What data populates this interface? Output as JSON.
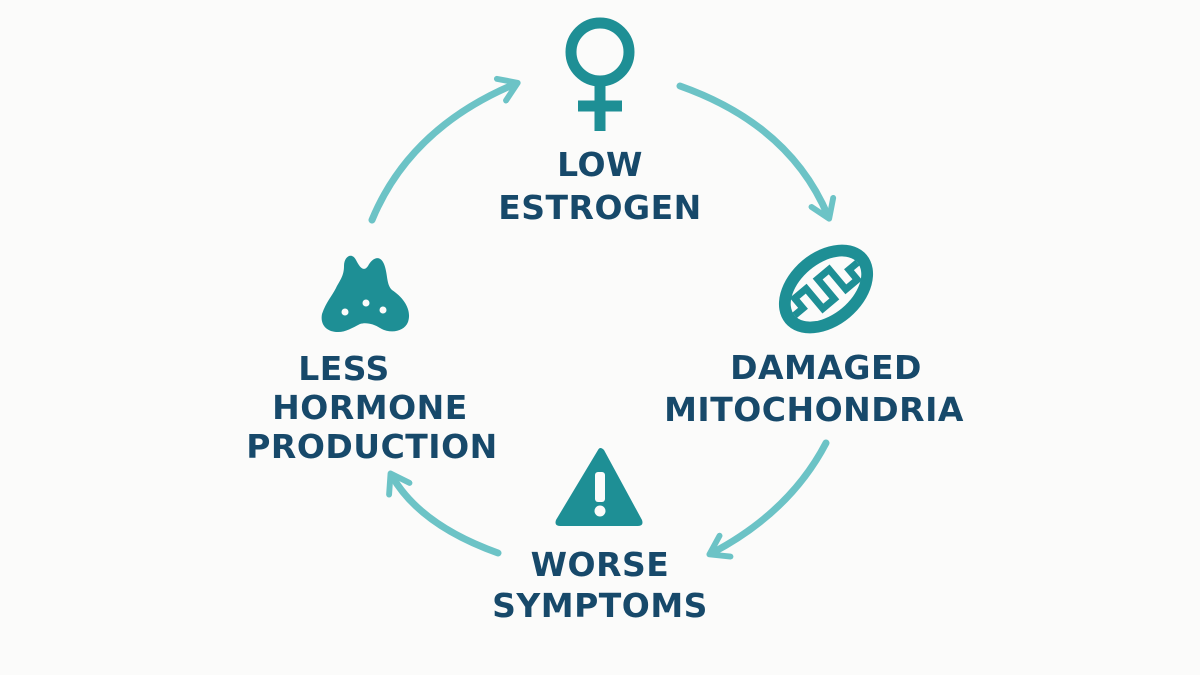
{
  "colors": {
    "background": "#fbfbfa",
    "text": "#17496a",
    "icon": "#1e8f95",
    "arrow": "#6cc3c6"
  },
  "nodes": {
    "low_estrogen": {
      "icon": "female-symbol-icon",
      "lines": [
        "LOW",
        "ESTROGEN"
      ]
    },
    "damaged_mitochondria": {
      "icon": "mitochondria-icon",
      "lines": [
        "DAMAGED",
        "MITOCHONDRIA"
      ]
    },
    "worse_symptoms": {
      "icon": "warning-triangle-icon",
      "lines": [
        "WORSE",
        "SYMPTOMS"
      ]
    },
    "less_hormone_production": {
      "icon": "thyroid-gland-icon",
      "lines": [
        "LESS",
        "HORMONE",
        "PRODUCTION"
      ]
    }
  },
  "arrows": [
    {
      "from": "low_estrogen",
      "to": "damaged_mitochondria"
    },
    {
      "from": "damaged_mitochondria",
      "to": "worse_symptoms"
    },
    {
      "from": "worse_symptoms",
      "to": "less_hormone_production"
    },
    {
      "from": "less_hormone_production",
      "to": "low_estrogen"
    }
  ]
}
